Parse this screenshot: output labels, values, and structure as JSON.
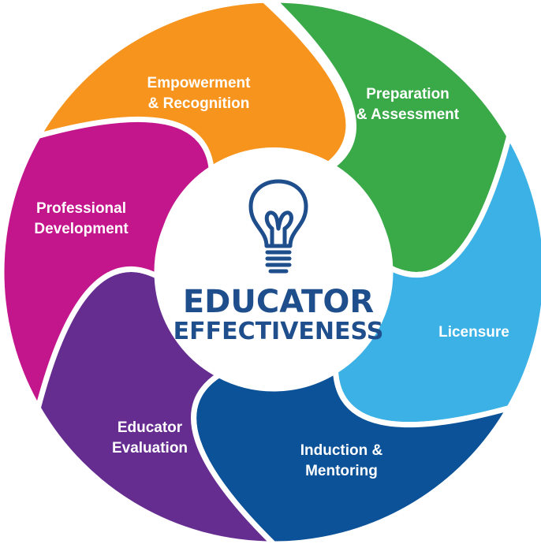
{
  "center": {
    "title_line1": "EDUCATOR",
    "title_line2": "EFFECTIVENESS",
    "icon": "lightbulb-icon",
    "color": "#1f4e8c"
  },
  "segments": [
    {
      "id": "empowerment-recognition",
      "lines": [
        "Empowerment",
        "& Recognition"
      ],
      "color": "#f7941d"
    },
    {
      "id": "preparation-assessment",
      "lines": [
        "Preparation",
        "& Assessment"
      ],
      "color": "#3aaa49"
    },
    {
      "id": "licensure",
      "lines": [
        "Licensure"
      ],
      "color": "#3bb1e6"
    },
    {
      "id": "induction-mentoring",
      "lines": [
        "Induction &",
        "Mentoring"
      ],
      "color": "#0b5298"
    },
    {
      "id": "educator-evaluation",
      "lines": [
        "Educator",
        "Evaluation"
      ],
      "color": "#662d91"
    },
    {
      "id": "professional-development",
      "lines": [
        "Professional",
        "Development"
      ],
      "color": "#c4168c"
    }
  ]
}
